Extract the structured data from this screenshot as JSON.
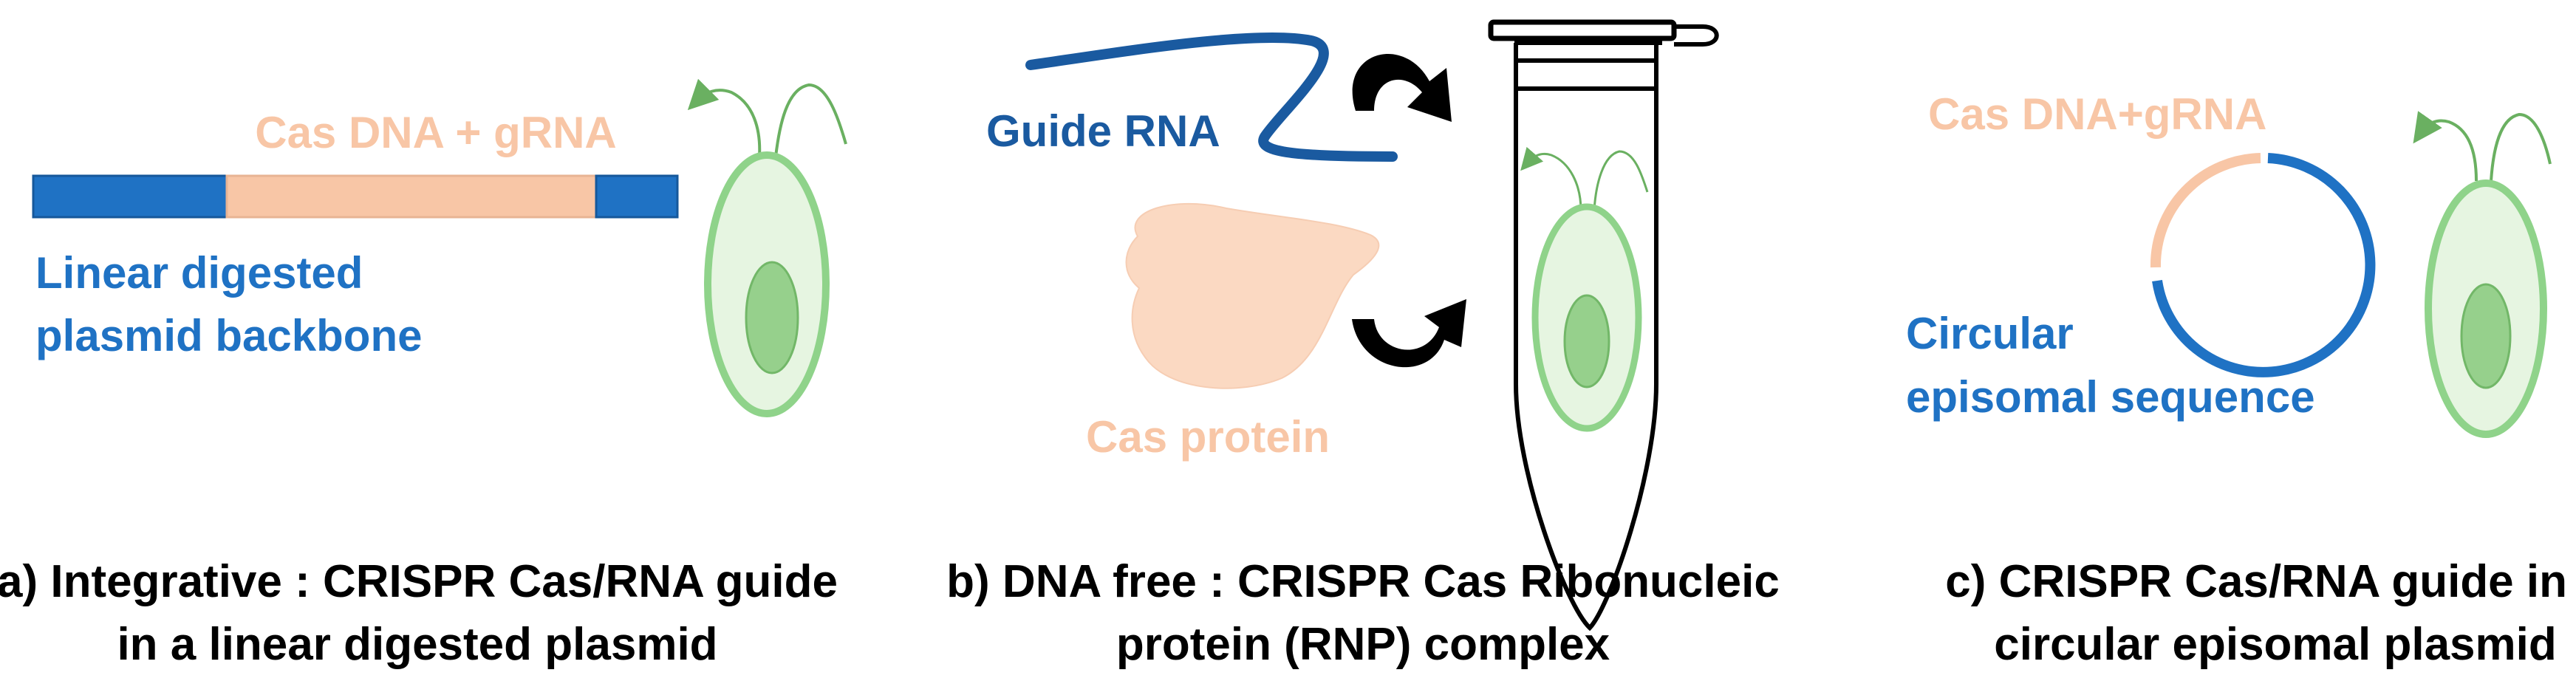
{
  "panels": {
    "a": {
      "insert_label": "Cas DNA + gRNA",
      "backbone_label_line1": "Linear digested",
      "backbone_label_line2": "plasmid backbone",
      "caption_line1": "a) Integrative : CRISPR Cas/RNA guide",
      "caption_line2": "in a linear digested plasmid"
    },
    "b": {
      "guide_label": "Guide RNA",
      "protein_label": "Cas protein",
      "caption_line1": "b) DNA free : CRISPR Cas Ribonucleic",
      "caption_line2": "protein (RNP) complex"
    },
    "c": {
      "insert_label": "Cas DNA+gRNA",
      "episome_label_line1": "Circular",
      "episome_label_line2": "episomal sequence",
      "caption_line1": "c) CRISPR Cas/RNA guide in a",
      "caption_line2": "circular episomal plasmid"
    }
  },
  "colors": {
    "backbone_blue": "#1f72c4",
    "guide_rna_blue": "#1a5aa0",
    "insert_peach": "#f8c6a6",
    "protein_peach": "#fbd9c2",
    "cell_outline": "#8fd38a",
    "cell_fill": "#e6f5e1",
    "nucleus_fill": "#96d08c",
    "flagella": "#6ab061",
    "arrow": "#000000",
    "caption_text": "#000000"
  }
}
